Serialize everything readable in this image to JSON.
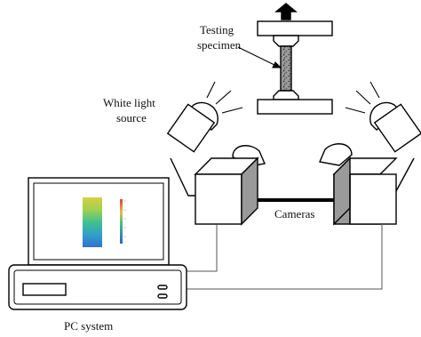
{
  "labels": {
    "testing_specimen_line1": "Testing",
    "testing_specimen_line2": "specimen",
    "white_light_line1": "White light",
    "white_light_line2": "source",
    "cameras": "Cameras",
    "pc_system": "PC system"
  },
  "icons": {
    "pull_arrow": "arrow-up-icon",
    "light_rays": "light-rays-icon"
  },
  "colors": {
    "stroke": "#000000",
    "camera_side": "#9a9a9a",
    "specimen": "#8a8a8a",
    "monitor_screen": "#ffffff",
    "strain_field": [
      "#d8d040",
      "#a0d050",
      "#40c090",
      "#30a0c8",
      "#3070d0"
    ]
  }
}
